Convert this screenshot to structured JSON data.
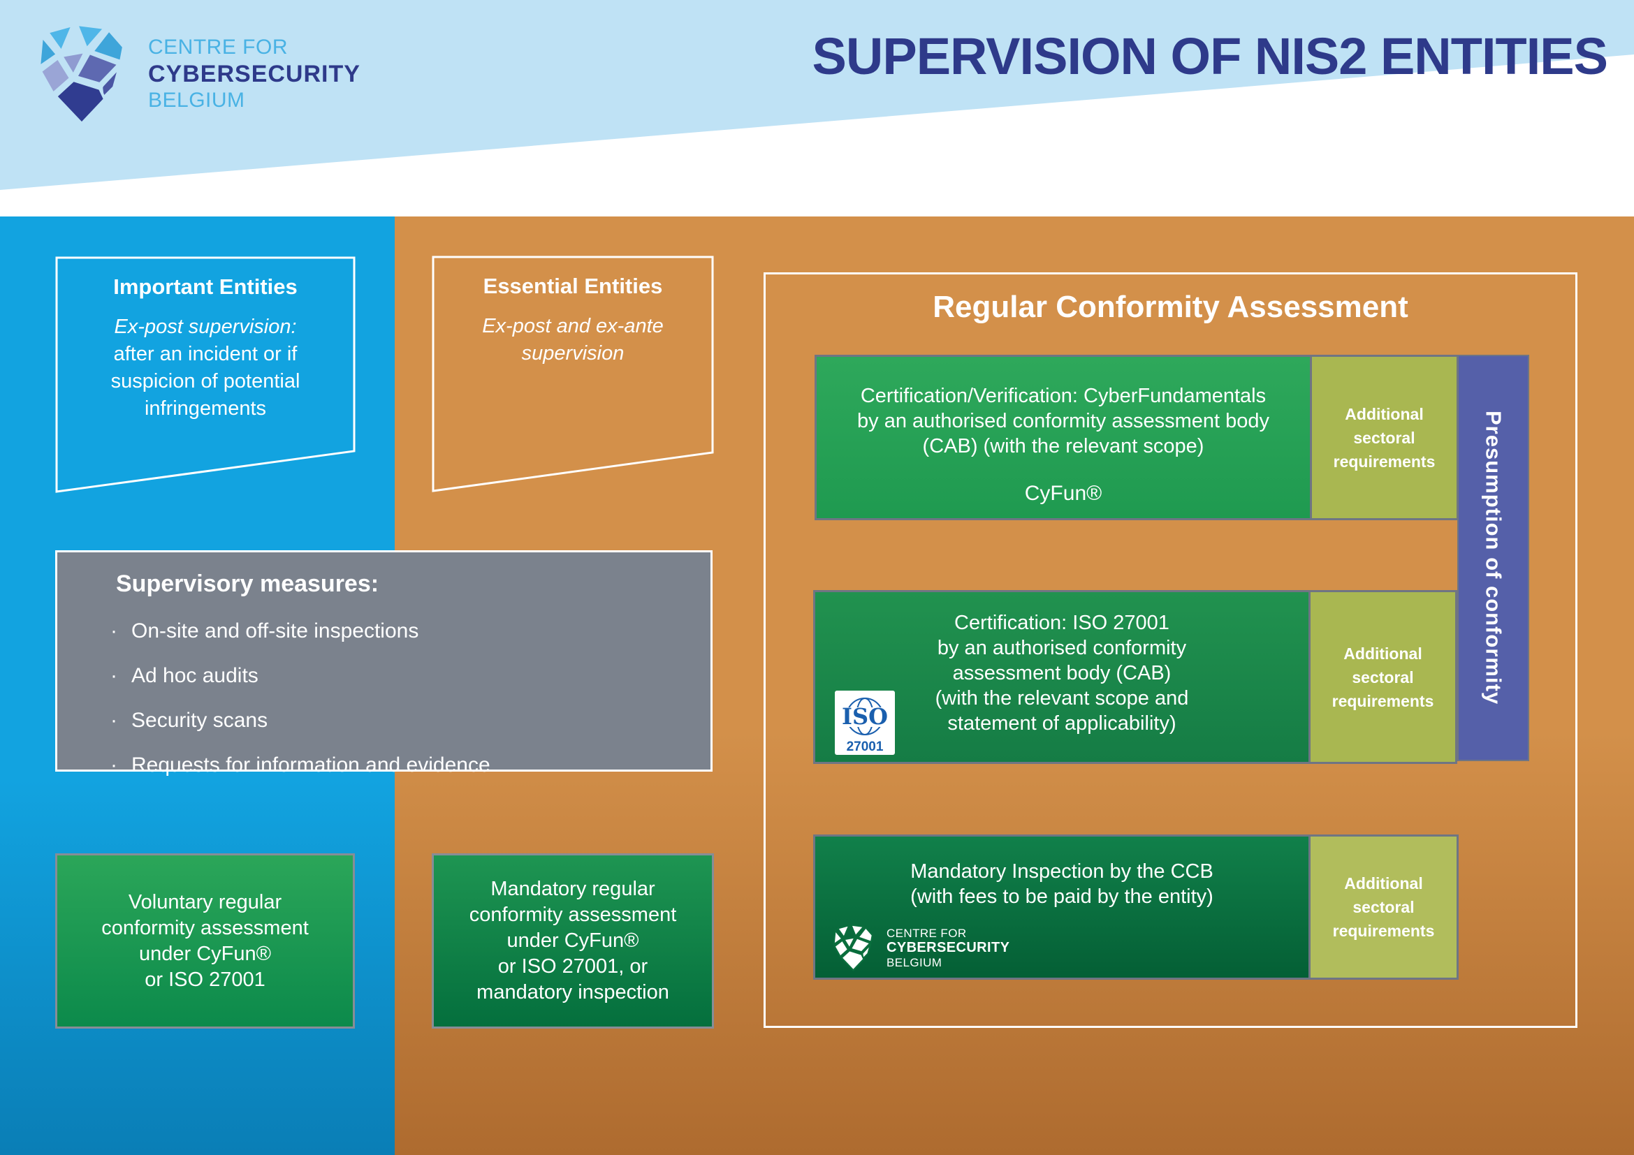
{
  "header": {
    "logo": {
      "line1": "CENTRE FOR",
      "line2": "CYBERSECURITY",
      "line3": "BELGIUM"
    },
    "title": "SUPERVISION OF NIS2 ENTITIES"
  },
  "left_column": {
    "important_box": {
      "title": "Important Entities",
      "subtitle_italic": "Ex-post supervision:",
      "lines": [
        "after an incident or if",
        "suspicion of potential",
        "infringements"
      ]
    },
    "supervisory_box": {
      "heading": "Supervisory measures:",
      "bullet_char": "·",
      "bullets": [
        "On-site and off-site inspections",
        "Ad hoc audits",
        "Security scans",
        "Requests for information and evidence"
      ]
    },
    "voluntary_box": {
      "lines": [
        "Voluntary regular",
        "conformity assessment",
        "under CyFun®",
        "or ISO 27001"
      ]
    }
  },
  "middle_column": {
    "essential_box": {
      "title": "Essential Entities",
      "subtitle_lines": [
        "Ex-post and ex-ante",
        "supervision"
      ]
    },
    "mandatory_box": {
      "lines": [
        "Mandatory regular",
        "conformity assessment",
        "under CyFun®",
        "or ISO 27001, or",
        "mandatory inspection"
      ]
    }
  },
  "assessment_panel": {
    "title": "Regular Conformity Assessment",
    "cyfun_box": {
      "lines": [
        "Certification/Verification: CyberFundamentals",
        "by an authorised conformity assessment body",
        "(CAB) (with the relevant scope)"
      ],
      "brand": "CyFun®"
    },
    "iso_box": {
      "lines": [
        "Certification: ISO 27001",
        "by an authorised conformity",
        "assessment body (CAB)",
        "(with the relevant scope and",
        "statement of applicability)"
      ],
      "iso_logo": {
        "iso": "ISO",
        "code": "27001"
      }
    },
    "inspection_box": {
      "lines": [
        "Mandatory Inspection by the CCB",
        "(with fees to be paid by the entity)"
      ],
      "ccb_logo": {
        "line1": "CENTRE FOR",
        "line2": "CYBERSECURITY",
        "line3": "BELGIUM"
      }
    },
    "sectoral_label_lines": [
      "Additional",
      "sectoral",
      "requirements"
    ],
    "presumption_label": "Presumption of conformity"
  },
  "colors": {
    "header_light_blue": "#BFE2F5",
    "title_navy": "#2E3A8A",
    "blue_column": "#12A3E0",
    "orange_column": "#D3904A",
    "gray_box": "#7B828D",
    "green_bright": "#2AA556",
    "green_mid": "#1E8C4E",
    "green_dark": "#0B6B3C",
    "olive": "#A9B751",
    "purple": "#5560A9"
  }
}
